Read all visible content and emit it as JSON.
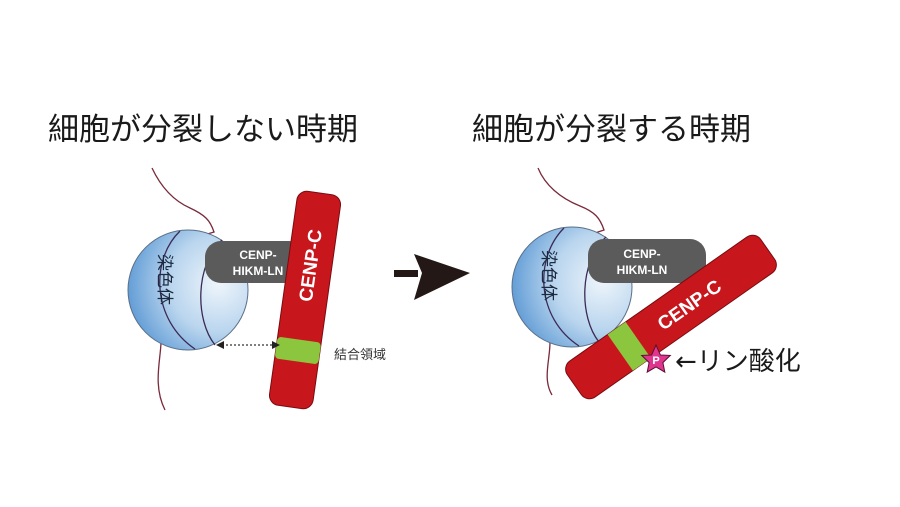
{
  "left_panel": {
    "title": "細胞が分裂しない時期",
    "chromosome_label": "染色体",
    "complex_label_line1": "CENP-",
    "complex_label_line2": "HIKM-LN",
    "protein_label": "CENP-C",
    "binding_region_label": "結合領域"
  },
  "right_panel": {
    "title": "細胞が分裂する時期",
    "chromosome_label": "染色体",
    "complex_label_line1": "CENP-",
    "complex_label_line2": "HIKM-LN",
    "protein_label": "CENP-C",
    "phospho_marker": "P",
    "phosphorylation_label": "←リン酸化"
  },
  "colors": {
    "chromosome_blue": "#4a8fd0",
    "complex_gray": "#5b5b5b",
    "protein_red": "#c8161d",
    "binding_green": "#8cc63f",
    "phospho_pink": "#e0358f",
    "arrow": "#231815"
  }
}
